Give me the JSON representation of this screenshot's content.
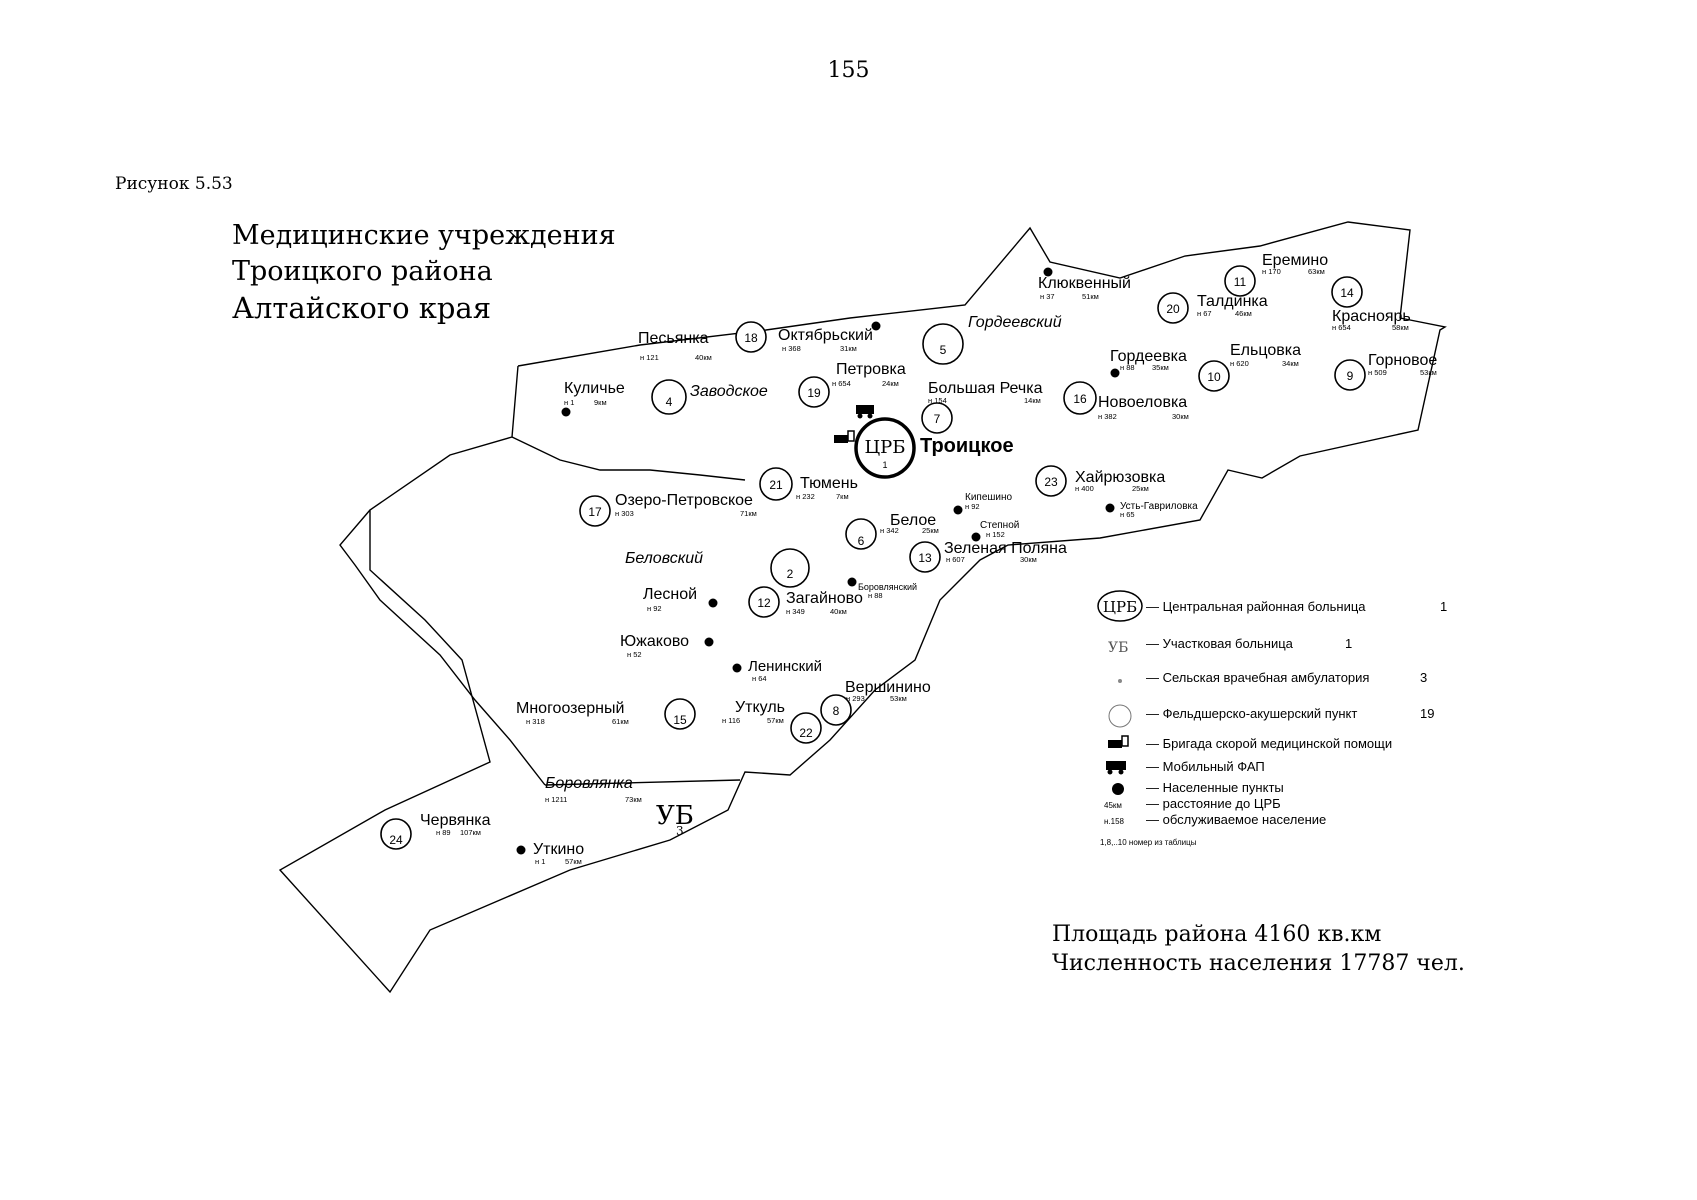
{
  "page_number": "155",
  "figure_label": "Рисунок 5.53",
  "title": {
    "line1": "Медицинские учреждения",
    "line2": "Троицкого района",
    "line3": "Алтайского края"
  },
  "subdistricts": {
    "gordeevsky": "Гордеевский",
    "zavodskoe": "Заводское",
    "belovsky": "Беловский",
    "borovlyanka": "Боровлянка"
  },
  "crb": {
    "name": "Троицкое",
    "symbol": "ЦРБ",
    "number": "1"
  },
  "ub": {
    "symbol": "УБ",
    "number": "3"
  },
  "ambulatories": [
    {
      "name": "Заводское",
      "number": "4"
    },
    {
      "name": "Гордеевский",
      "number": "5"
    },
    {
      "name": "Беловский",
      "number": "2"
    }
  ],
  "places": [
    {
      "name": "Песьянка",
      "pop": "н 121",
      "dist": "40км",
      "fap": "18"
    },
    {
      "name": "Октябрьский",
      "pop": "н 368",
      "dist": "31км",
      "fap": ""
    },
    {
      "name": "Петровка",
      "pop": "н 654",
      "dist": "24км",
      "fap": "19"
    },
    {
      "name": "Куличье",
      "pop": "н 1",
      "dist": "9км",
      "fap": ""
    },
    {
      "name": "Большая Речка",
      "pop": "н 154",
      "dist": "14км",
      "fap": "7"
    },
    {
      "name": "Новоеловка",
      "pop": "н 382",
      "dist": "30км",
      "fap": "16"
    },
    {
      "name": "Клюквенный",
      "pop": "н 37",
      "dist": "51км",
      "fap": ""
    },
    {
      "name": "Еремино",
      "pop": "н 170",
      "dist": "63км",
      "fap": "11"
    },
    {
      "name": "Талдинка",
      "pop": "н 67",
      "dist": "46км",
      "fap": "20"
    },
    {
      "name": "Красноярь",
      "pop": "н 654",
      "dist": "58км",
      "fap": "14"
    },
    {
      "name": "Гордеевка",
      "pop": "н 88",
      "dist": "35км",
      "fap": ""
    },
    {
      "name": "Ельцовка",
      "pop": "н 620",
      "dist": "34км",
      "fap": "10"
    },
    {
      "name": "Горновое",
      "pop": "н 509",
      "dist": "53км",
      "fap": "9"
    },
    {
      "name": "Тюмень",
      "pop": "н 232",
      "dist": "7км",
      "fap": "21"
    },
    {
      "name": "Хайрюзовка",
      "pop": "н 400",
      "dist": "25км",
      "fap": "23"
    },
    {
      "name": "Озеро-Петровское",
      "pop": "н 303",
      "dist": "71км",
      "fap": "17"
    },
    {
      "name": "Кипешино",
      "pop": "н 92",
      "dist": "",
      "fap": ""
    },
    {
      "name": "Усть-Гавриловка",
      "pop": "н 65",
      "dist": "",
      "fap": ""
    },
    {
      "name": "Белое",
      "pop": "н 342",
      "dist": "25км",
      "fap": "6"
    },
    {
      "name": "Степной",
      "pop": "н 152",
      "dist": "",
      "fap": ""
    },
    {
      "name": "Зеленая Поляна",
      "pop": "н 607",
      "dist": "30км",
      "fap": "13"
    },
    {
      "name": "Боровлянский",
      "pop": "н 88",
      "dist": "",
      "fap": ""
    },
    {
      "name": "Лесной",
      "pop": "н 92",
      "dist": "",
      "fap": ""
    },
    {
      "name": "Загайново",
      "pop": "н 349",
      "dist": "40км",
      "fap": "12"
    },
    {
      "name": "Южаково",
      "pop": "н 52",
      "dist": "",
      "fap": ""
    },
    {
      "name": "Ленинский",
      "pop": "н 64",
      "dist": "",
      "fap": ""
    },
    {
      "name": "Вершинино",
      "pop": "н 293",
      "dist": "53км",
      "fap": "8"
    },
    {
      "name": "Многоозерный",
      "pop": "н 318",
      "dist": "61км",
      "fap": "15"
    },
    {
      "name": "Уткуль",
      "pop": "н 116",
      "dist": "57км",
      "fap": "22"
    },
    {
      "name": "Боровлянка",
      "pop": "н 1211",
      "dist": "73км",
      "fap": ""
    },
    {
      "name": "Червянка",
      "pop": "н 89",
      "dist": "107км",
      "fap": "24"
    },
    {
      "name": "Уткино",
      "pop": "н 1",
      "dist": "57км",
      "fap": ""
    }
  ],
  "legend": [
    {
      "label": "— Центральная районная больница",
      "count": "1",
      "symbol": "ЦРБ"
    },
    {
      "label": "— Участковая больница",
      "count": "1",
      "symbol": "УБ"
    },
    {
      "label": "— Сельская врачебная амбулатория",
      "count": "3",
      "symbol": ""
    },
    {
      "label": "— Фельдшерско-акушерский пункт",
      "count": "19",
      "symbol": ""
    },
    {
      "label": "— Бригада скорой медицинской помощи",
      "count": "",
      "symbol": ""
    },
    {
      "label": "— Мобильный ФАП",
      "count": "",
      "symbol": ""
    },
    {
      "label": "— Населенные пункты",
      "count": "",
      "symbol": ""
    },
    {
      "label": "— расстояние до ЦРБ",
      "count": "",
      "symbol": "45км"
    },
    {
      "label": "— обслуживаемое население",
      "count": "",
      "symbol": "н.158"
    }
  ],
  "legend_note": "1,8,..10 номер из таблицы",
  "summary": {
    "area": "Площадь района 4160 кв.км",
    "population": "Численность населения 17787 чел."
  }
}
